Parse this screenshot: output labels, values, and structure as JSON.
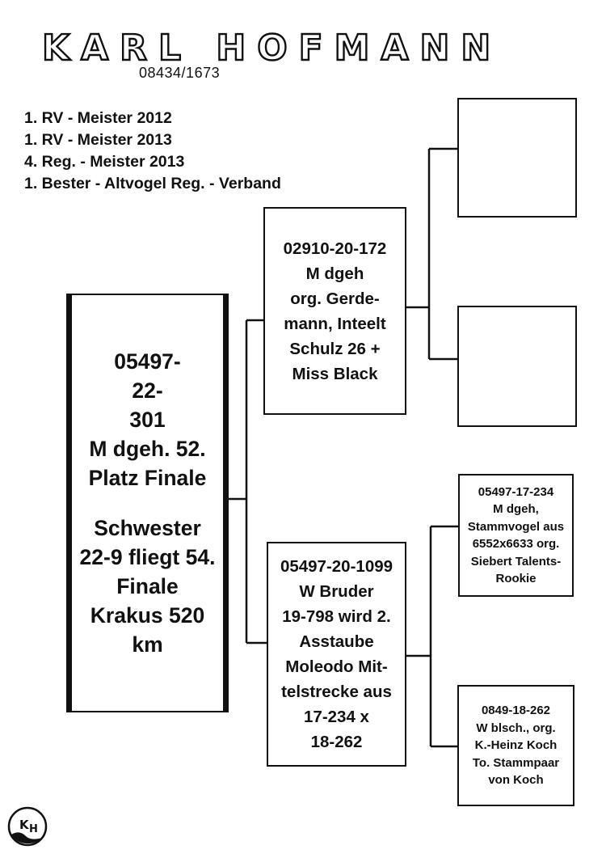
{
  "header": {
    "brand_name": "KARL HOFMANN",
    "brand_id": "08434/1673"
  },
  "titles": [
    "1. RV - Meister 2012",
    "1. RV - Meister 2013",
    "4. Reg. - Meister 2013",
    "1. Bester - Altvogel Reg. - Verband"
  ],
  "pedigree": {
    "subject": {
      "lines": [
        "05497-",
        "22-",
        "301",
        "M  dgeh. 52.",
        "Platz Finale",
        "",
        "Schwester",
        "22-9 fliegt 54.",
        "Finale",
        "Krakus 520",
        "km"
      ]
    },
    "father": {
      "lines": [
        "02910-20-172",
        "M dgeh",
        "org. Gerde-",
        "mann, Inteelt",
        "Schulz 26 +",
        "Miss Black"
      ]
    },
    "mother": {
      "lines": [
        "05497-20-1099",
        "W Bruder",
        "19-798 wird 2.",
        "Asstaube",
        "Moleodo Mit-",
        "telstrecke aus",
        "17-234 x",
        "18-262"
      ]
    },
    "father_father": {
      "lines": []
    },
    "father_mother": {
      "lines": []
    },
    "mother_father": {
      "lines": [
        "05497-17-234",
        "M dgeh,",
        "Stammvogel aus",
        "6552x6633 org.",
        "Siebert Talents-",
        "Rookie"
      ]
    },
    "mother_mother": {
      "lines": [
        "0849-18-262",
        "W blsch., org.",
        "K.-Heinz Koch",
        "To. Stammpaar",
        "von Koch"
      ]
    }
  },
  "logo": {
    "text_k": "K",
    "text_h": "H"
  }
}
